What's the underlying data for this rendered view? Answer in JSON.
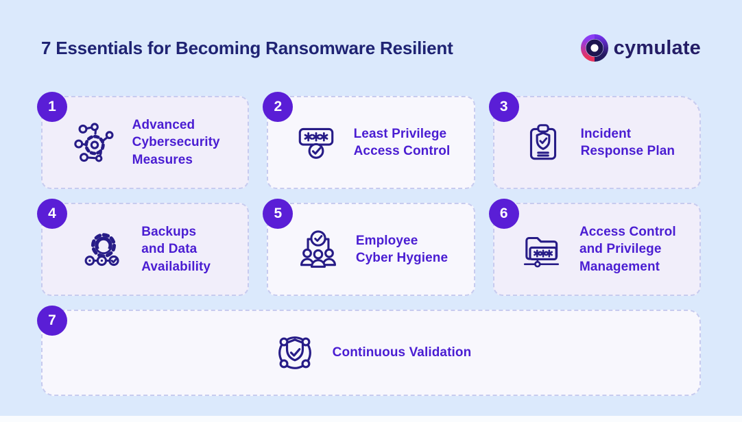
{
  "header": {
    "title": "7 Essentials for Becoming Ransomware Resilient",
    "brand": "cymulate"
  },
  "colors": {
    "background": "#dbe9fc",
    "card_background_lavender": "#f1eefa",
    "card_background_light": "#f8f7fd",
    "card_dashed_border": "#c7cbef",
    "badge_background": "#5a1ed6",
    "badge_text": "#ffffff",
    "card_label_text": "#4a1dd2",
    "title_text": "#1f2373",
    "icon_stroke": "#271c87",
    "logo_text": "#241d66",
    "logo_gradient_violet": "#8a3cf4",
    "logo_gradient_crimson": "#e8335d",
    "logo_ring_dark": "#1d1550"
  },
  "cards": [
    {
      "number": "1",
      "label": "Advanced\nCybersecurity\nMeasures",
      "icon": "gear-network-icon"
    },
    {
      "number": "2",
      "label": "Least Privilege\nAccess Control",
      "icon": "password-check-icon"
    },
    {
      "number": "3",
      "label": "Incident\nResponse Plan",
      "icon": "clipboard-shield-icon"
    },
    {
      "number": "4",
      "label": "Backups\nand Data\nAvailability",
      "icon": "gear-backup-icon"
    },
    {
      "number": "5",
      "label": "Employee\nCyber Hygiene",
      "icon": "team-check-icon"
    },
    {
      "number": "6",
      "label": "Access Control\nand Privilege\nManagement",
      "icon": "folder-password-icon"
    },
    {
      "number": "7",
      "label": "Continuous Validation",
      "icon": "shield-orbit-icon"
    }
  ]
}
